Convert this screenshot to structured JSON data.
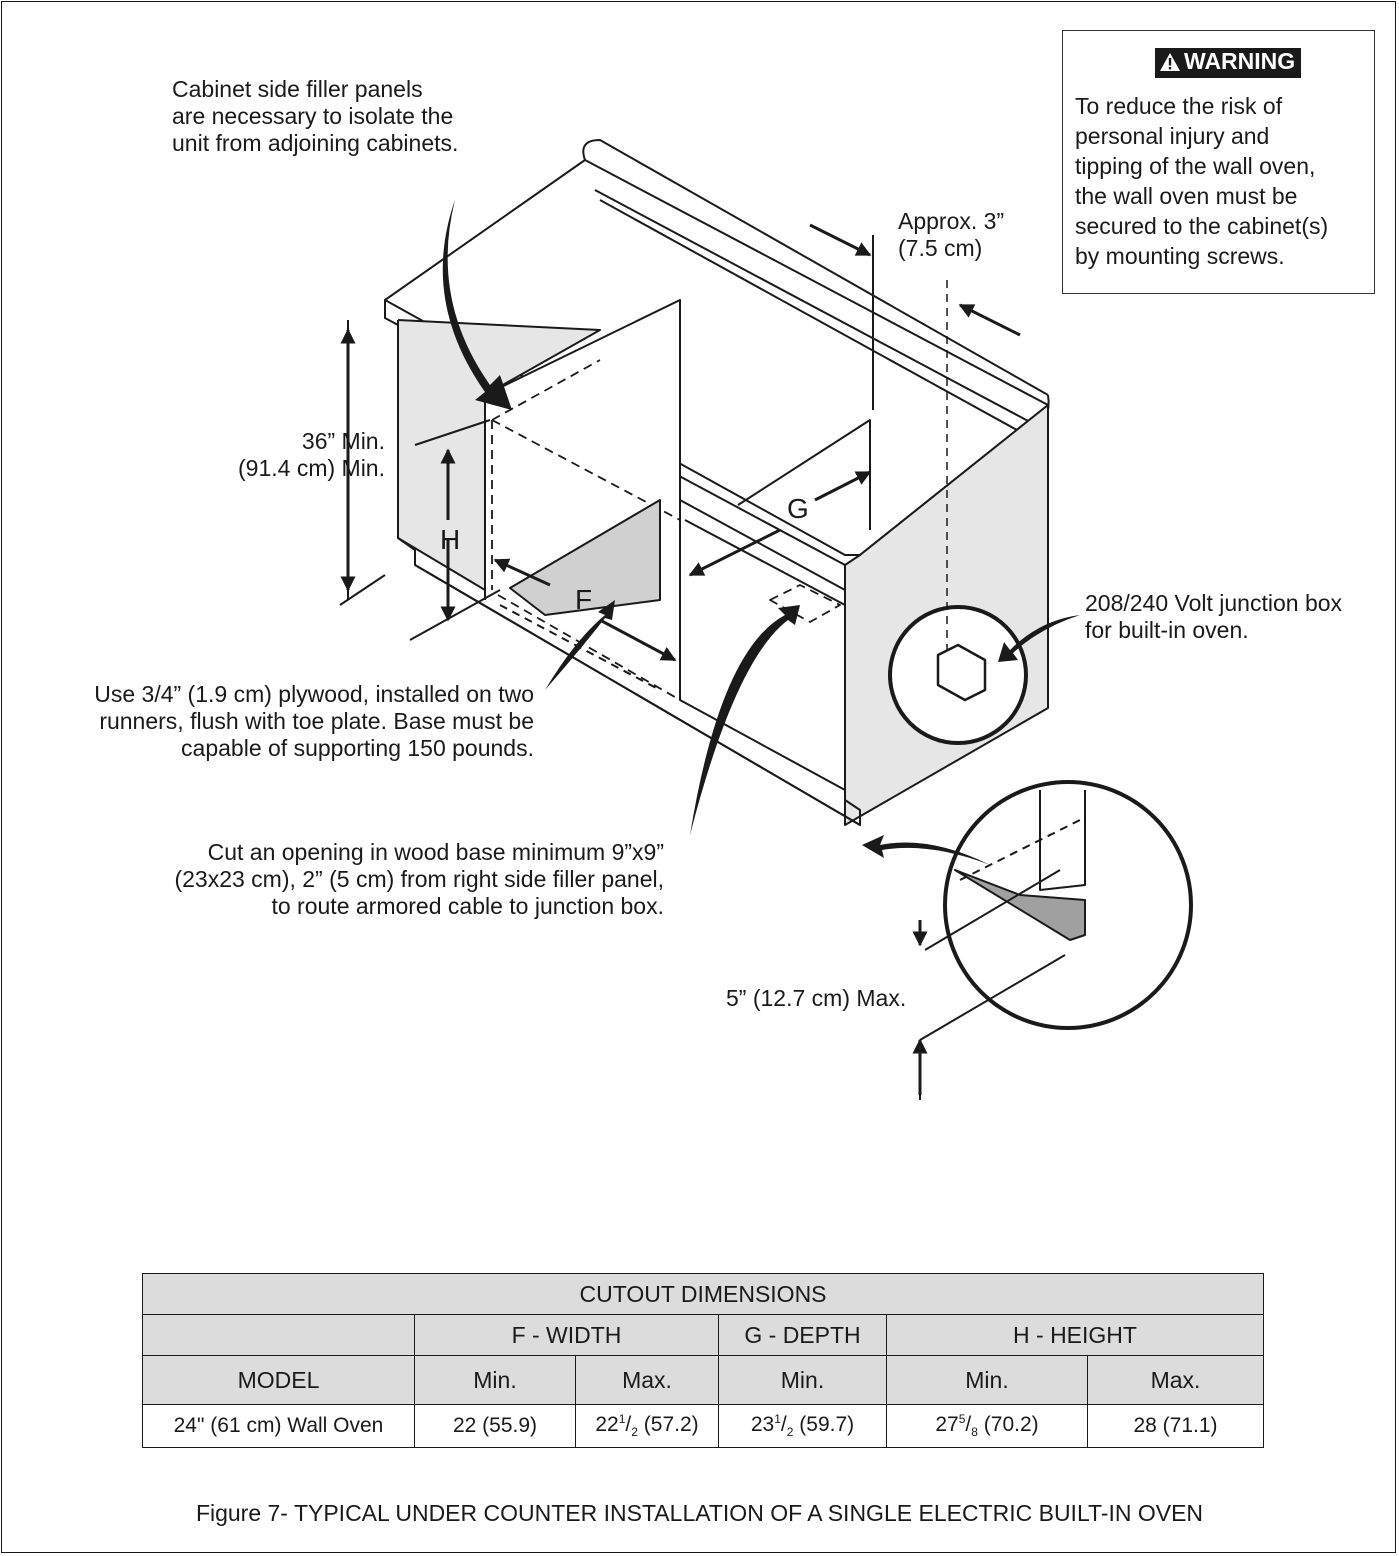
{
  "labels": {
    "filler_panels": [
      "Cabinet side filler panels",
      "are necessary to isolate the",
      "unit from adjoining cabinets."
    ],
    "approx": [
      "Approx. 3”",
      "(7.5 cm)"
    ],
    "height_min": [
      "36” Min.",
      "(91.4 cm) Min."
    ],
    "junction_box": [
      "208/240 Volt junction box",
      "for built-in oven."
    ],
    "plywood": [
      "Use 3/4” (1.9 cm) plywood, installed on two",
      "runners, flush with toe plate. Base must be",
      "capable of supporting 150 pounds."
    ],
    "opening": [
      "Cut an opening in wood base minimum 9”x9”",
      "(23x23 cm), 2” (5 cm) from right side filler panel,",
      "to route armored cable to junction box."
    ],
    "toe_max": "5” (12.7 cm) Max.",
    "letter_f": "F",
    "letter_g": "G",
    "letter_h": "H"
  },
  "warning": {
    "icon": "warning-triangle-icon",
    "title": "WARNING",
    "text": [
      "To reduce the risk of",
      "personal injury and",
      "tipping of the wall oven,",
      "the wall oven must be",
      "secured to the cabinet(s)",
      "by mounting screws."
    ]
  },
  "table": {
    "title": "CUTOUT DIMENSIONS",
    "groups": [
      "F - WIDTH",
      "G - DEPTH",
      "H - HEIGHT"
    ],
    "model_header": "MODEL",
    "sub_headers": [
      "Min.",
      "Max.",
      "Min.",
      "Min.",
      "Max."
    ],
    "row": {
      "model": "24\" (61 cm) Wall Oven",
      "f_min": "22 (55.9)",
      "f_max": {
        "whole": "22",
        "num": "1",
        "den": "2",
        "metric": "(57.2)"
      },
      "g_min": {
        "whole": "23",
        "num": "1",
        "den": "2",
        "metric": "(59.7)"
      },
      "h_min": {
        "whole": "27",
        "num": "5",
        "den": "8",
        "metric": "(70.2)"
      },
      "h_max": "28 (71.1)"
    }
  },
  "caption": "Figure 7- TYPICAL UNDER COUNTER INSTALLATION OF A SINGLE ELECTRIC BUILT-IN OVEN",
  "colors": {
    "line": "#1a1a1a",
    "panel_fill": "#e6e6e6",
    "header_fill": "#dcdcdc",
    "shadow_fill": "#a0a0a0"
  }
}
